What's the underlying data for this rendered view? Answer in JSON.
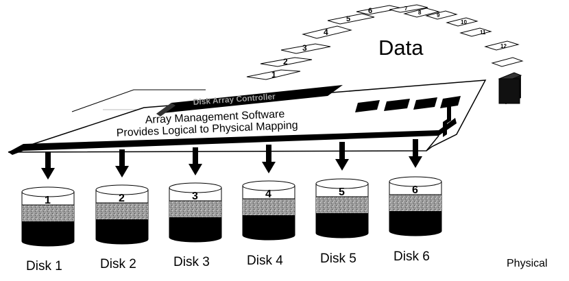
{
  "title": "Data",
  "controller_label": "Disk Array Controller",
  "software_line1": "Array Management Software",
  "software_line2": "Provides Logical to Physical Mapping",
  "page_numbers": [
    "1",
    "2",
    "3",
    "4",
    "5",
    "6",
    "7",
    "8",
    "9",
    "10",
    "11",
    "12"
  ],
  "disks": [
    {
      "number": "1",
      "label": "Disk 1"
    },
    {
      "number": "2",
      "label": "Disk 2"
    },
    {
      "number": "3",
      "label": "Disk 3"
    },
    {
      "number": "4",
      "label": "Disk 4"
    },
    {
      "number": "5",
      "label": "Disk 5"
    },
    {
      "number": "6",
      "label": "Disk 6"
    }
  ],
  "physical_label": "Physical",
  "colors": {
    "ink": "#000000",
    "stripe_gray": "#8f8f8f",
    "board": "#ffffff"
  }
}
